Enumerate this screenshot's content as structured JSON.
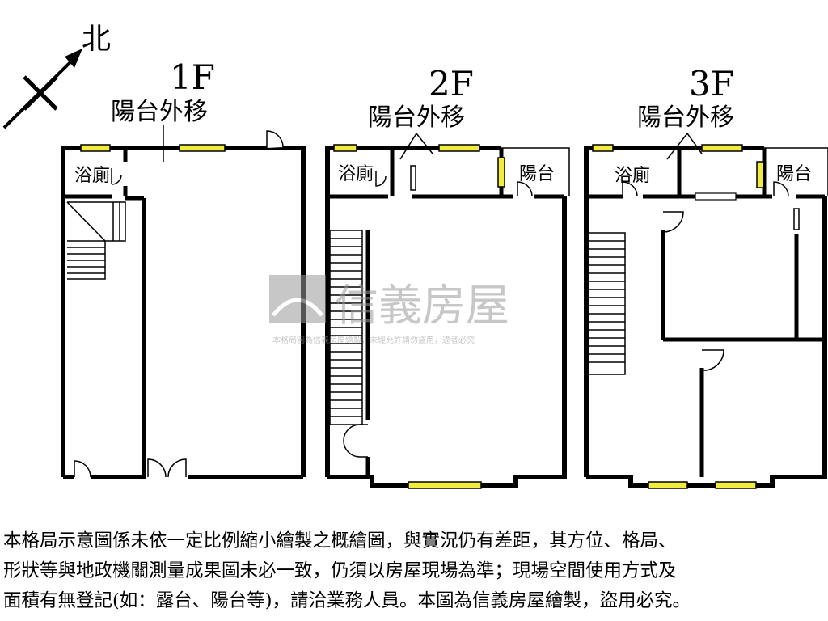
{
  "compass": {
    "label": "北"
  },
  "floors": [
    {
      "title": "1F",
      "note": "陽台外移",
      "rooms": [
        "浴廁"
      ]
    },
    {
      "title": "2F",
      "note": "陽台外移",
      "rooms": [
        "浴廁",
        "陽台"
      ]
    },
    {
      "title": "3F",
      "note": "陽台外移",
      "rooms": [
        "浴廁",
        "陽台"
      ]
    }
  ],
  "watermark": {
    "brand": "信義房屋",
    "notice": "本格局圖為信義房屋繪製，未經允許請勿盜用，違者必究"
  },
  "disclaimer": [
    "本格局示意圖係未依一定比例縮小繪製之概繪圖，與實況仍有差距，其方位、格局、",
    "形狀等與地政機關測量成果圖未必一致，仍須以房屋現場為準；現場空間使用方式及",
    "面積有無登記(如：露台、陽台等)，請洽業務人員。本圖為信義房屋繪製，盜用必究。"
  ],
  "colors": {
    "wall": "#000000",
    "window": "#f2ec3c",
    "watermark": "#9a9a9a"
  }
}
